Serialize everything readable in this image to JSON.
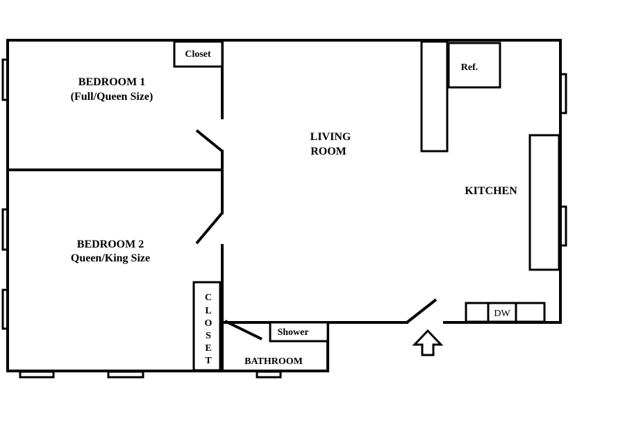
{
  "rooms": {
    "bedroom1": {
      "name": "BEDROOM 1",
      "size": "(Full/Queen Size)"
    },
    "bedroom2": {
      "name": "BEDROOM 2",
      "size": "Queen/King Size"
    },
    "living": {
      "line1": "LIVING",
      "line2": "ROOM"
    },
    "kitchen": "KITCHEN",
    "bathroom": "BATHROOM"
  },
  "fixtures": {
    "closet_top": "Closet",
    "closet_vertical": [
      "C",
      "L",
      "O",
      "S",
      "E",
      "T"
    ],
    "refrigerator": "Ref.",
    "shower": "Shower",
    "dishwasher": "DW"
  },
  "icons": {
    "entrance": "entrance-arrow-icon"
  }
}
